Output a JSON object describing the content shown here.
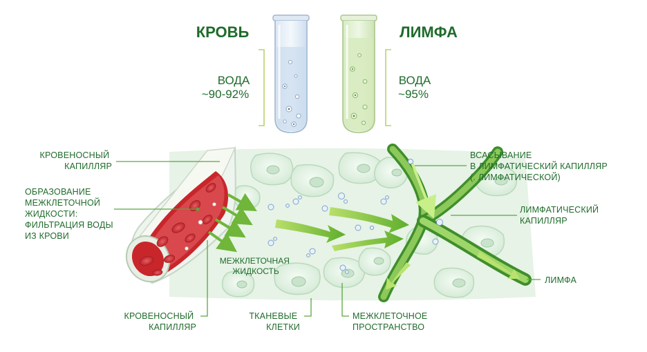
{
  "tubes": {
    "blood": {
      "title": "КРОВЬ",
      "water_label": "ВОДА",
      "water_value": "~90-92%"
    },
    "lymph": {
      "title": "ЛИМФА",
      "water_label": "ВОДА",
      "water_value": "~95%"
    }
  },
  "labels": {
    "blood_capillary_top": [
      "КРОВЕНОСНЫЙ",
      "КАПИЛЛЯР"
    ],
    "formation": [
      "ОБРАЗОВАНИЕ",
      "МЕЖКЛЕТОЧНОЙ",
      "ЖИДКОСТИ:",
      "ФИЛЬТРАЦИЯ ВОДЫ",
      "ИЗ КРОВИ"
    ],
    "interstitial_fluid": [
      "МЕЖКЛЕТОЧНАЯ",
      "ЖИДКОСТЬ"
    ],
    "blood_capillary_bottom": [
      "КРОВЕНОСНЫЙ",
      "КАПИЛЛЯР"
    ],
    "tissue_cells": [
      "ТКАНЕВЫЕ",
      "КЛЕТКИ"
    ],
    "interstitial_space": [
      "МЕЖКЛЕТОЧНОЕ",
      "ПРОСТРАНСТВО"
    ],
    "absorption": [
      "ВСАСЫВАНИЕ",
      "В ЛИМФАТИЧЕСКИЙ КАПИЛЛЯР",
      "(. ЛИМФАТИЧЕСКОЙ)"
    ],
    "lymph_capillary": [
      "ЛИМФАТИЧЕСКИЙ",
      "КАПИЛЛЯР"
    ],
    "lymph": [
      "ЛИМФА"
    ]
  },
  "colors": {
    "text_green": "#1f6b2b",
    "blood_red": "#c8262b",
    "lymph_green": "#4f9a2e",
    "tissue_mint": "#e3f2e4"
  }
}
